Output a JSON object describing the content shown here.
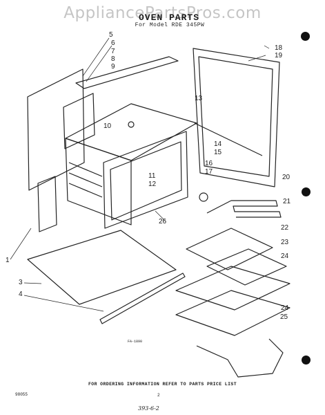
{
  "watermark": "AppliancePartsPros.com",
  "title": "OVEN PARTS",
  "subtitle": "For Model RDE 345PW",
  "footer": "FOR ORDERING INFORMATION REFER TO PARTS PRICE LIST",
  "doc_code": "98055",
  "page_number": "2",
  "figure_id": "FA-1890",
  "handwritten_note": "393-6-2",
  "callouts": [
    "1",
    "3",
    "4",
    "5",
    "6",
    "7",
    "8",
    "9",
    "10",
    "11",
    "12",
    "13",
    "14",
    "15",
    "16",
    "17",
    "18",
    "19",
    "20",
    "21",
    "22",
    "23",
    "24",
    "24",
    "25",
    "26"
  ]
}
